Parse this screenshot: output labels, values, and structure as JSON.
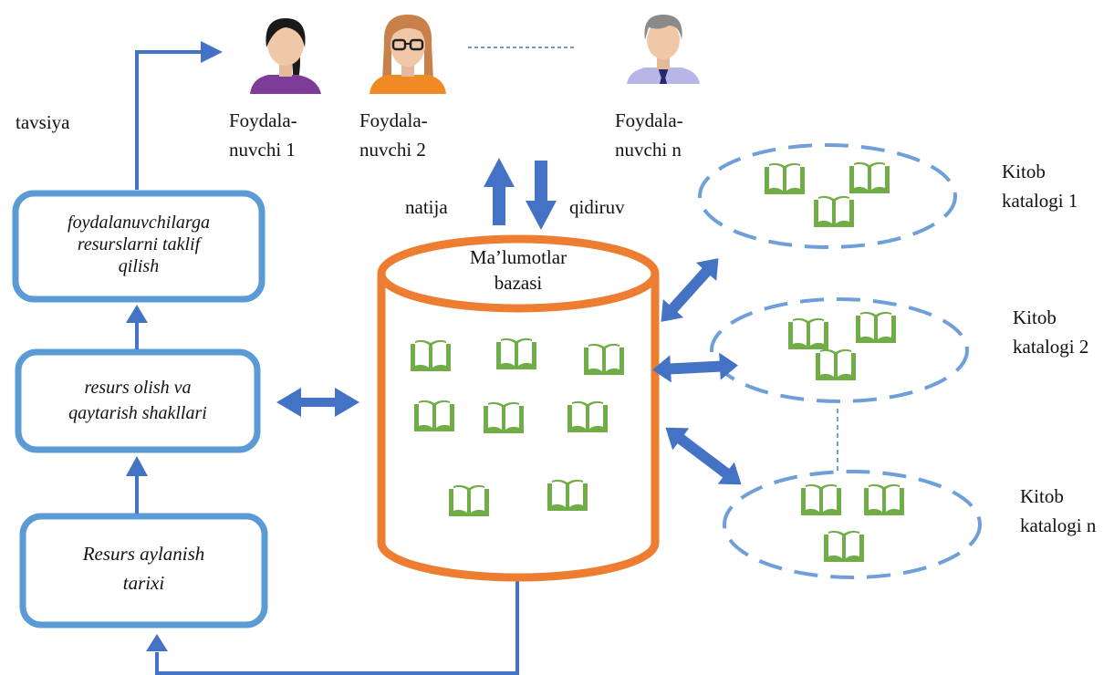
{
  "users": [
    {
      "line1": "Foydala-",
      "line2": "nuvchi 1"
    },
    {
      "line1": "Foydala-",
      "line2": "nuvchi 2"
    },
    {
      "line1": "Foydala-",
      "line2": "nuvchi n"
    }
  ],
  "labels": {
    "recommendation": "tavsiya",
    "result": "natija",
    "search": "qidiruv"
  },
  "database": {
    "line1": "Ma’lumotlar",
    "line2": "bazasi"
  },
  "boxes": {
    "suggest": {
      "line1": "foydalanuvchilarga",
      "line2": "resurslarni taklif",
      "line3": "qilish"
    },
    "forms": {
      "line1": "resurs olish va",
      "line2": "qaytarish shakllari"
    },
    "history": {
      "line1": "Resurs aylanish",
      "line2": "tarixi"
    }
  },
  "catalogs": [
    {
      "line1": "Kitob",
      "line2": "katalogi 1"
    },
    {
      "line1": "Kitob",
      "line2": "katalogi 2"
    },
    {
      "line1": "Kitob",
      "line2": "katalogi n"
    }
  ],
  "colors": {
    "arrow": "#4472c4",
    "box_border": "#5b9bd5",
    "cylinder": "#ed7d31",
    "book": "#70ad47",
    "catalog_ellipse": "#6f9fd8"
  }
}
